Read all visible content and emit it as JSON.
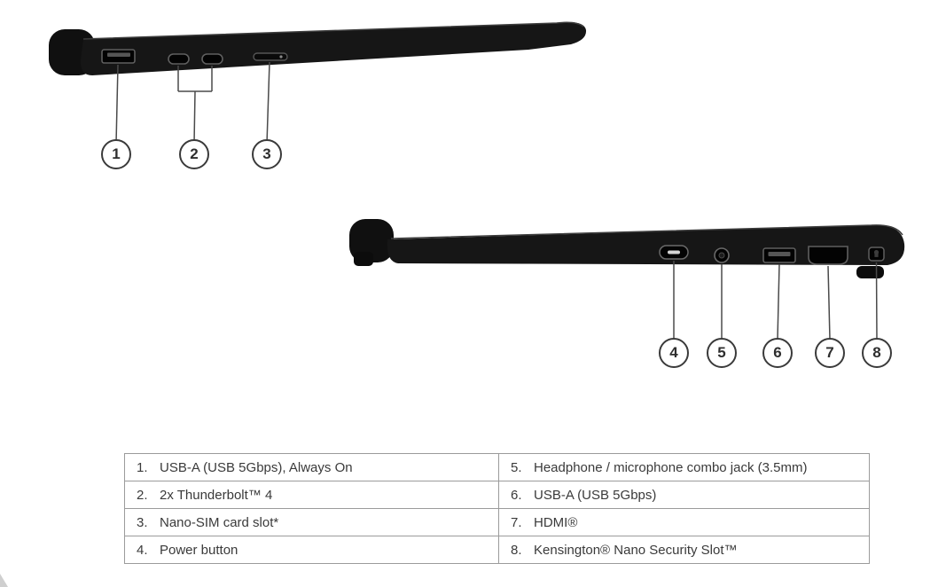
{
  "colors": {
    "laptop_body": "#161616",
    "laptop_edge_highlight": "#3d3d3d",
    "port_outline": "#5f5f5f",
    "callout_line": "#4a4a4a",
    "callout_border": "#3a3a3a",
    "callout_text": "#2e2e2e",
    "table_border": "#9b9b9b",
    "table_text": "#3a3a3a",
    "background": "#ffffff"
  },
  "callouts": {
    "top": [
      {
        "n": "1"
      },
      {
        "n": "2"
      },
      {
        "n": "3"
      }
    ],
    "bottom": [
      {
        "n": "4"
      },
      {
        "n": "5"
      },
      {
        "n": "6"
      },
      {
        "n": "7"
      },
      {
        "n": "8"
      }
    ]
  },
  "table": {
    "rows": [
      {
        "left_num": "1.",
        "left_text": "USB-A (USB 5Gbps), Always On",
        "right_num": "5.",
        "right_text": "Headphone / microphone combo jack (3.5mm)"
      },
      {
        "left_num": "2.",
        "left_text": "2x Thunderbolt™ 4",
        "right_num": "6.",
        "right_text": "USB-A (USB 5Gbps)"
      },
      {
        "left_num": "3.",
        "left_text": "Nano-SIM card slot*",
        "right_num": "7.",
        "right_text": "HDMI®"
      },
      {
        "left_num": "4.",
        "left_text": "Power button",
        "right_num": "8.",
        "right_text": "Kensington® Nano Security Slot™"
      }
    ]
  }
}
